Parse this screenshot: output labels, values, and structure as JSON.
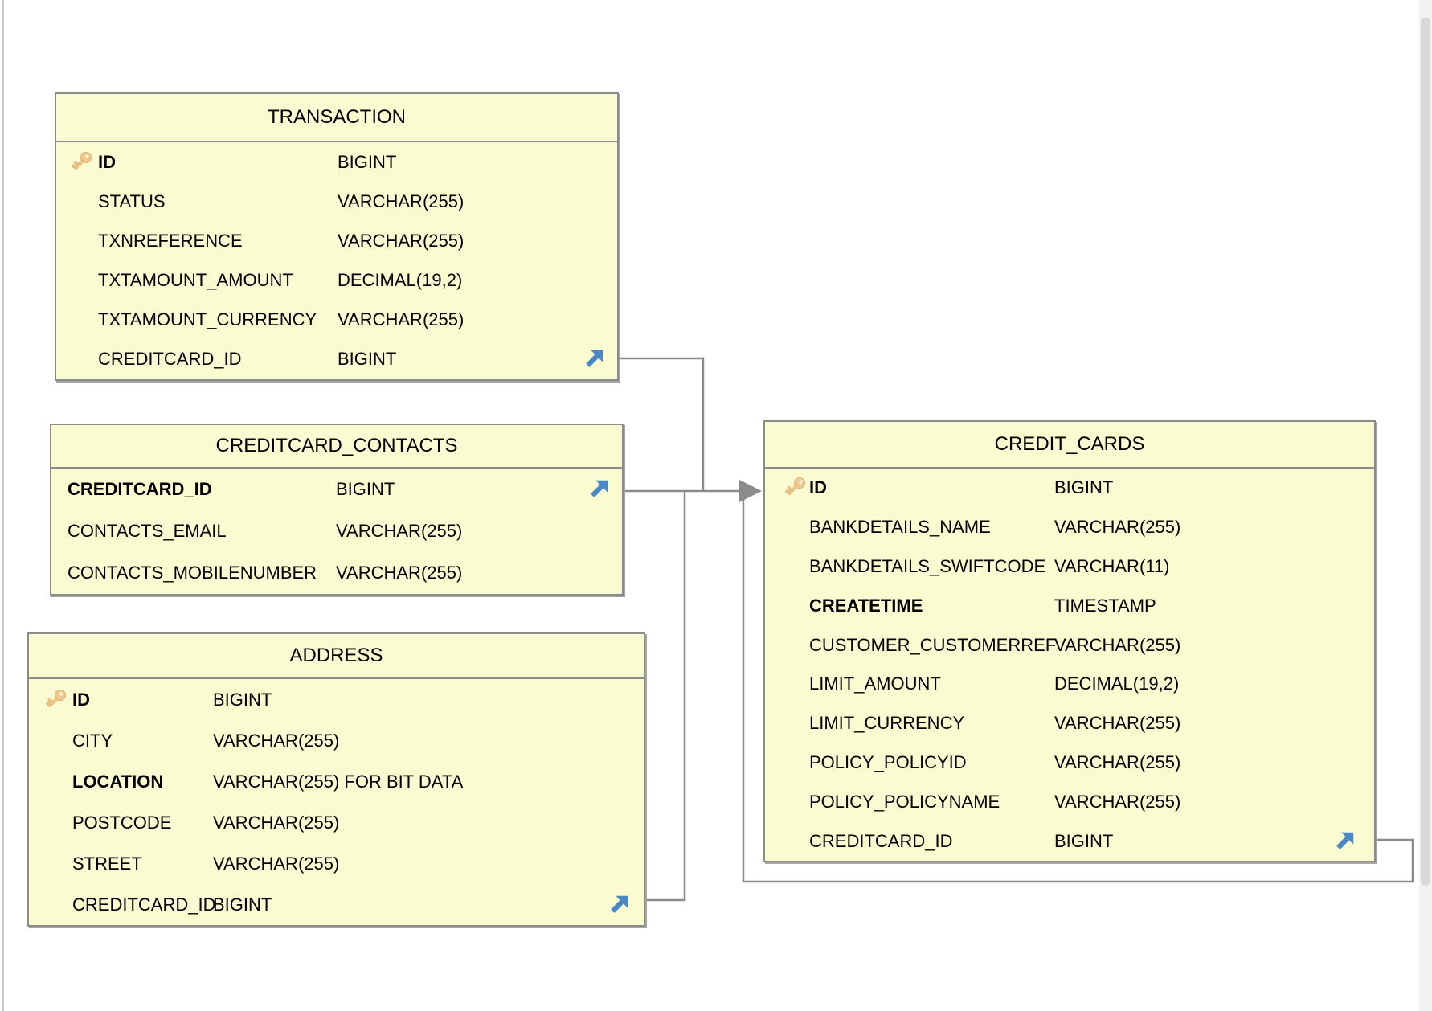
{
  "diagram": {
    "colors": {
      "table_fill": "#fbfbd2",
      "table_border": "#8b8b8b",
      "connector": "#8b8b8b",
      "fk_arrow_blue": "#4a87c7",
      "key_gold": "#efc98f",
      "key_gold_dark": "#ddaf6d"
    },
    "icons": {
      "primary_key": "key-icon",
      "foreign_key": "arrow-up-right-icon",
      "relationship_end": "arrowhead-right-icon"
    },
    "tables": [
      {
        "name": "TRANSACTION",
        "columns": [
          {
            "name": "ID",
            "type": "BIGINT",
            "key": true,
            "bold": true
          },
          {
            "name": "STATUS",
            "type": "VARCHAR(255)"
          },
          {
            "name": "TXNREFERENCE",
            "type": "VARCHAR(255)"
          },
          {
            "name": "TXTAMOUNT_AMOUNT",
            "type": "DECIMAL(19,2)"
          },
          {
            "name": "TXTAMOUNT_CURRENCY",
            "type": "VARCHAR(255)"
          },
          {
            "name": "CREDITCARD_ID",
            "type": "BIGINT",
            "fk": true
          }
        ]
      },
      {
        "name": "CREDITCARD_CONTACTS",
        "columns": [
          {
            "name": "CREDITCARD_ID",
            "type": "BIGINT",
            "bold": true,
            "fk": true
          },
          {
            "name": "CONTACTS_EMAIL",
            "type": "VARCHAR(255)"
          },
          {
            "name": "CONTACTS_MOBILENUMBER",
            "type": "VARCHAR(255)"
          }
        ]
      },
      {
        "name": "ADDRESS",
        "columns": [
          {
            "name": "ID",
            "type": "BIGINT",
            "key": true,
            "bold": true
          },
          {
            "name": "CITY",
            "type": "VARCHAR(255)"
          },
          {
            "name": "LOCATION",
            "type": "VARCHAR(255) FOR BIT DATA",
            "bold": true
          },
          {
            "name": "POSTCODE",
            "type": "VARCHAR(255)"
          },
          {
            "name": "STREET",
            "type": "VARCHAR(255)"
          },
          {
            "name": "CREDITCARD_ID",
            "type": "BIGINT",
            "fk": true
          }
        ]
      },
      {
        "name": "CREDIT_CARDS",
        "columns": [
          {
            "name": "ID",
            "type": "BIGINT",
            "key": true,
            "bold": true
          },
          {
            "name": "BANKDETAILS_NAME",
            "type": "VARCHAR(255)"
          },
          {
            "name": "BANKDETAILS_SWIFTCODE",
            "type": "VARCHAR(11)"
          },
          {
            "name": "CREATETIME",
            "type": "TIMESTAMP",
            "bold": true
          },
          {
            "name": "CUSTOMER_CUSTOMERREF",
            "type": "VARCHAR(255)"
          },
          {
            "name": "LIMIT_AMOUNT",
            "type": "DECIMAL(19,2)"
          },
          {
            "name": "LIMIT_CURRENCY",
            "type": "VARCHAR(255)"
          },
          {
            "name": "POLICY_POLICYID",
            "type": "VARCHAR(255)"
          },
          {
            "name": "POLICY_POLICYNAME",
            "type": "VARCHAR(255)"
          },
          {
            "name": "CREDITCARD_ID",
            "type": "BIGINT",
            "fk": true
          }
        ]
      }
    ]
  }
}
